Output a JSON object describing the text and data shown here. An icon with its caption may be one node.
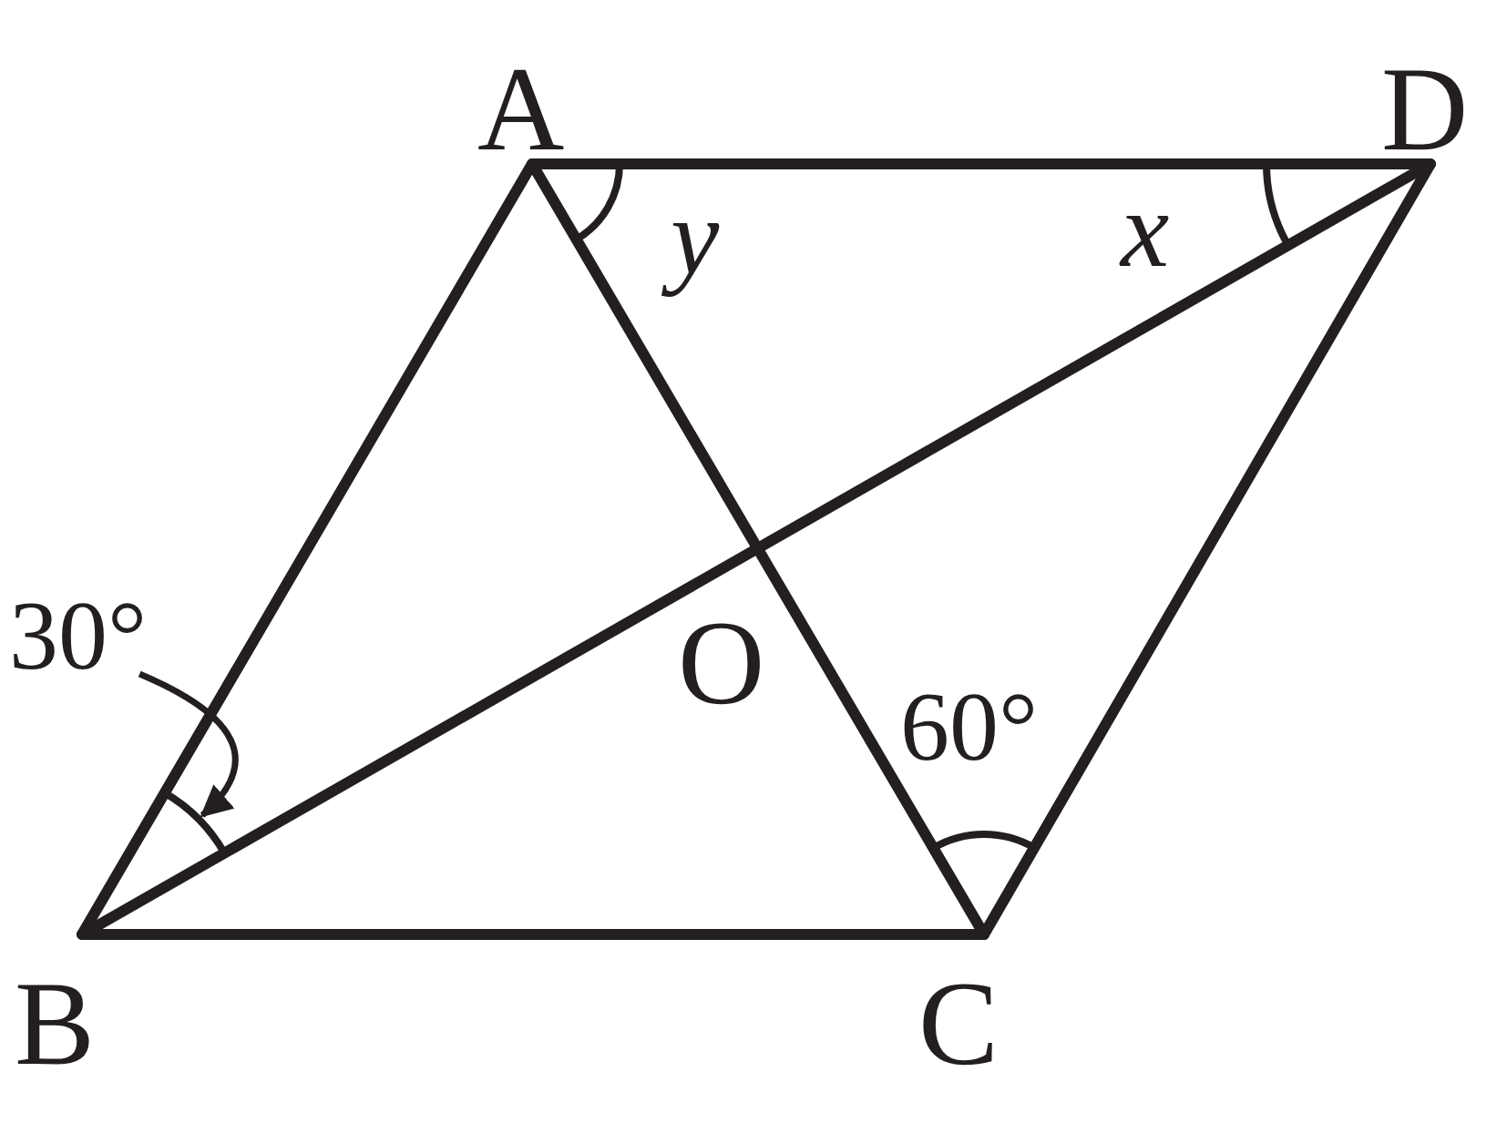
{
  "diagram": {
    "nodes": [
      {
        "text": [
          "30°"
        ]
      },
      {
        "text": [],
        "shape": "arc"
      }
    ],
    "edges": [
      {
        "from": 0,
        "to": 1,
        "arrow": "to"
      }
    ],
    "labels": [
      "A",
      "D",
      "y",
      "x",
      "O",
      "60°",
      "B",
      "C"
    ]
  }
}
